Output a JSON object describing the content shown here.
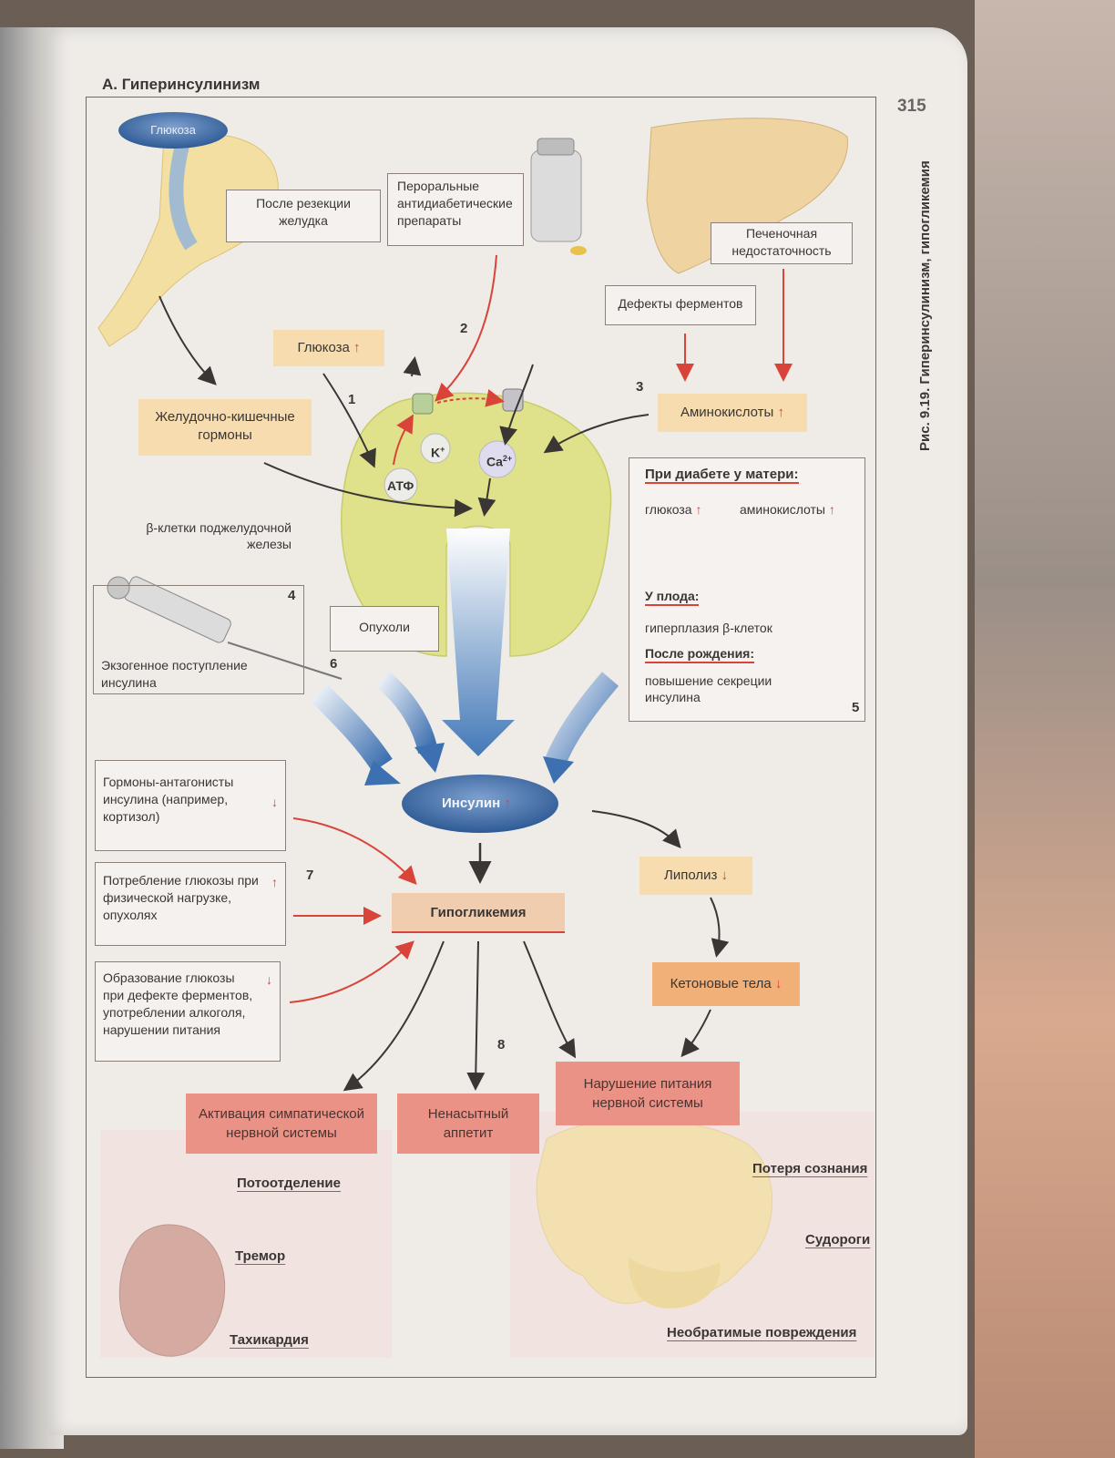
{
  "header": {
    "title": "А. Гиперинсулинизм",
    "page_number": "315",
    "side_caption": "Рис. 9.19. Гиперинсулинизм, гипогликемия"
  },
  "top": {
    "glucose_oval": "Глюкоза",
    "gastric_resection": "После резекции желудка",
    "oral_drugs": "Пероральные антидиабетические препараты",
    "liver_failure": "Печеночная недостаточность",
    "enzyme_defects": "Дефекты ферментов"
  },
  "cell": {
    "glucose_label": "Глюкоза",
    "gi_hormones": "Желудочно-кишечные гормоны",
    "amino_acids": "Аминокислоты",
    "atp": "АТФ",
    "k_ion": "K",
    "k_sup": "+",
    "ca_ion": "Ca",
    "ca_sup": "2+",
    "beta_cells": "β-клетки поджелудочной железы",
    "tumors": "Опухоли",
    "exogenous_insulin": "Экзогенное поступление инсулина"
  },
  "maternal": {
    "heading": "При диабете у матери:",
    "glucose": "глюкоза",
    "amino_acids": "аминокислоты",
    "fetus_heading": "У плода:",
    "fetus_text": "гиперплазия β-клеток",
    "after_birth_heading": "После рождения:",
    "after_birth_text": "повышение секреции инсулина"
  },
  "center": {
    "insulin": "Инсулин",
    "hypoglycemia": "Гипогликемия"
  },
  "left_causes": {
    "antagonists": "Гормоны-антагонисты инсулина (например, кортизол)",
    "consumption": "Потребление глюкозы при физической нагрузке, опухолях",
    "formation": "Образование глюкозы при дефекте ферментов, употреблении алкоголя, нарушении питания"
  },
  "right_chain": {
    "lipolysis": "Липолиз",
    "ketones": "Кетоновые тела"
  },
  "effects": {
    "sympathetic": "Активация симпатической нервной системы",
    "appetite": "Ненасытный аппетит",
    "nutrition": "Нарушение питания нервной системы"
  },
  "symptoms": {
    "sweating": "Потоотделение",
    "tremor": "Тремор",
    "tachycardia": "Тахикардия",
    "unconscious": "Потеря сознания",
    "seizures": "Судороги",
    "irreversible": "Необратимые повреждения"
  },
  "numbers": [
    "1",
    "2",
    "3",
    "4",
    "5",
    "6",
    "7",
    "8"
  ],
  "arrows": {
    "up": "↑",
    "down": "↓"
  },
  "colors": {
    "red_arrow": "#d8443a",
    "cell_fill": "#dfe28a",
    "insulin_oval": "#4e78b0",
    "page": "#efece8"
  }
}
